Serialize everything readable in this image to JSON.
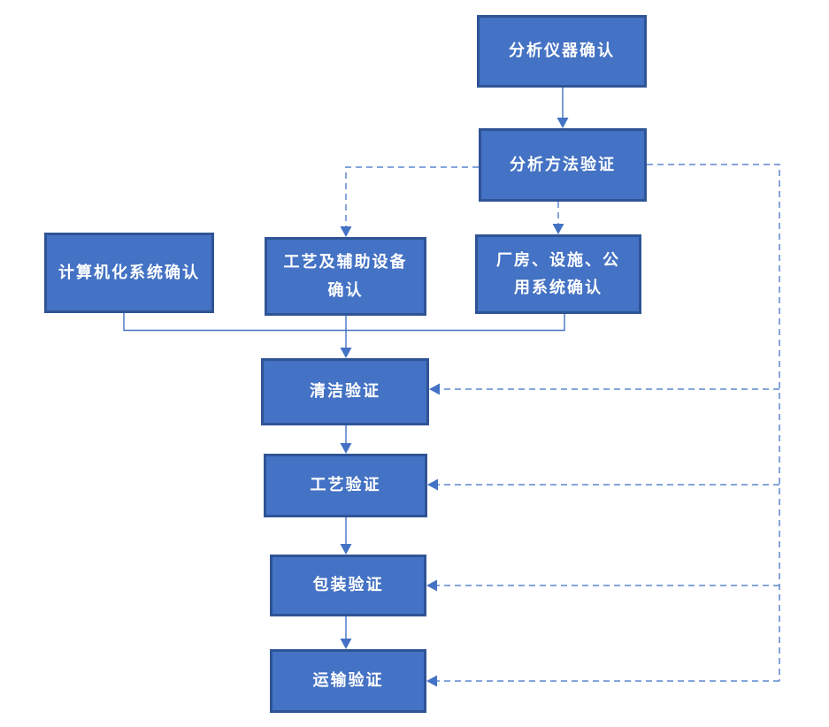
{
  "diagram_type": "flowchart",
  "colors": {
    "box_fill": "#4472C4",
    "box_border": "#2F5496",
    "box_text": "#FFFFFF",
    "solid_connector": "#4472C4",
    "dashed_connector": "#5B87CF",
    "background": "#FFFFFF"
  },
  "nodes": [
    {
      "id": "analysis-instrument-confirmation",
      "label": "分析仪器确认"
    },
    {
      "id": "analysis-method-validation",
      "label": "分析方法验证"
    },
    {
      "id": "computerized-system-confirmation",
      "label": "计算机化系统确认"
    },
    {
      "id": "process-auxiliary-equipment-confirmation",
      "label": "工艺及辅助设备\n确认"
    },
    {
      "id": "plant-facility-utility-system-confirmation",
      "label": "厂房、设施、公\n用系统确认"
    },
    {
      "id": "cleaning-validation",
      "label": "清洁验证"
    },
    {
      "id": "process-validation",
      "label": "工艺验证"
    },
    {
      "id": "packaging-validation",
      "label": "包装验证"
    },
    {
      "id": "transport-validation",
      "label": "运输验证"
    }
  ],
  "edges": [
    {
      "from": "分析仪器确认",
      "to": "分析方法验证",
      "style": "solid"
    },
    {
      "from": "分析方法验证",
      "to": "工艺及辅助设备确认",
      "style": "dashed"
    },
    {
      "from": "分析方法验证",
      "to": "厂房、设施、公用系统确认",
      "style": "dashed"
    },
    {
      "from": "计算机化系统确认",
      "to": "清洁验证",
      "style": "solid"
    },
    {
      "from": "工艺及辅助设备确认",
      "to": "清洁验证",
      "style": "solid"
    },
    {
      "from": "厂房、设施、公用系统确认",
      "to": "清洁验证",
      "style": "solid"
    },
    {
      "from": "清洁验证",
      "to": "工艺验证",
      "style": "solid"
    },
    {
      "from": "工艺验证",
      "to": "包装验证",
      "style": "solid"
    },
    {
      "from": "包装验证",
      "to": "运输验证",
      "style": "solid"
    },
    {
      "from": "分析方法验证",
      "to": "清洁验证",
      "style": "dashed"
    },
    {
      "from": "分析方法验证",
      "to": "工艺验证",
      "style": "dashed"
    },
    {
      "from": "分析方法验证",
      "to": "包装验证",
      "style": "dashed"
    },
    {
      "from": "分析方法验证",
      "to": "运输验证",
      "style": "dashed"
    }
  ]
}
